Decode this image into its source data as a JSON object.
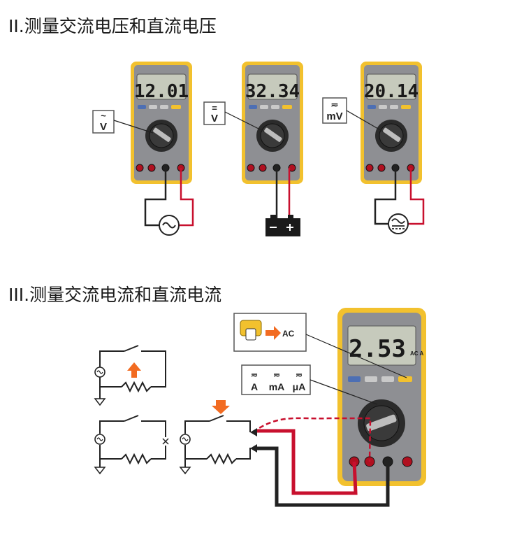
{
  "sections": {
    "voltage_title": "II.测量交流电压和直流电压",
    "current_title": "III.测量交流电流和直流电流"
  },
  "meters": [
    {
      "reading": "12.01",
      "mode_label": "V",
      "mode_symbol": "~"
    },
    {
      "reading": "32.34",
      "mode_label": "V",
      "mode_symbol": "="
    },
    {
      "reading": "20.14",
      "mode_label": "mV",
      "mode_symbol": "≂"
    }
  ],
  "big_meter": {
    "reading": "2.53",
    "unit": "AC A",
    "button_label": "AC",
    "mode_labels": [
      "A",
      "mA",
      "μA"
    ]
  },
  "colors": {
    "meter_body": "#f2c12e",
    "meter_face": "#8e8f93",
    "lead_red": "#c8102e",
    "lead_black": "#222222",
    "arrow_orange": "#f26b21"
  }
}
